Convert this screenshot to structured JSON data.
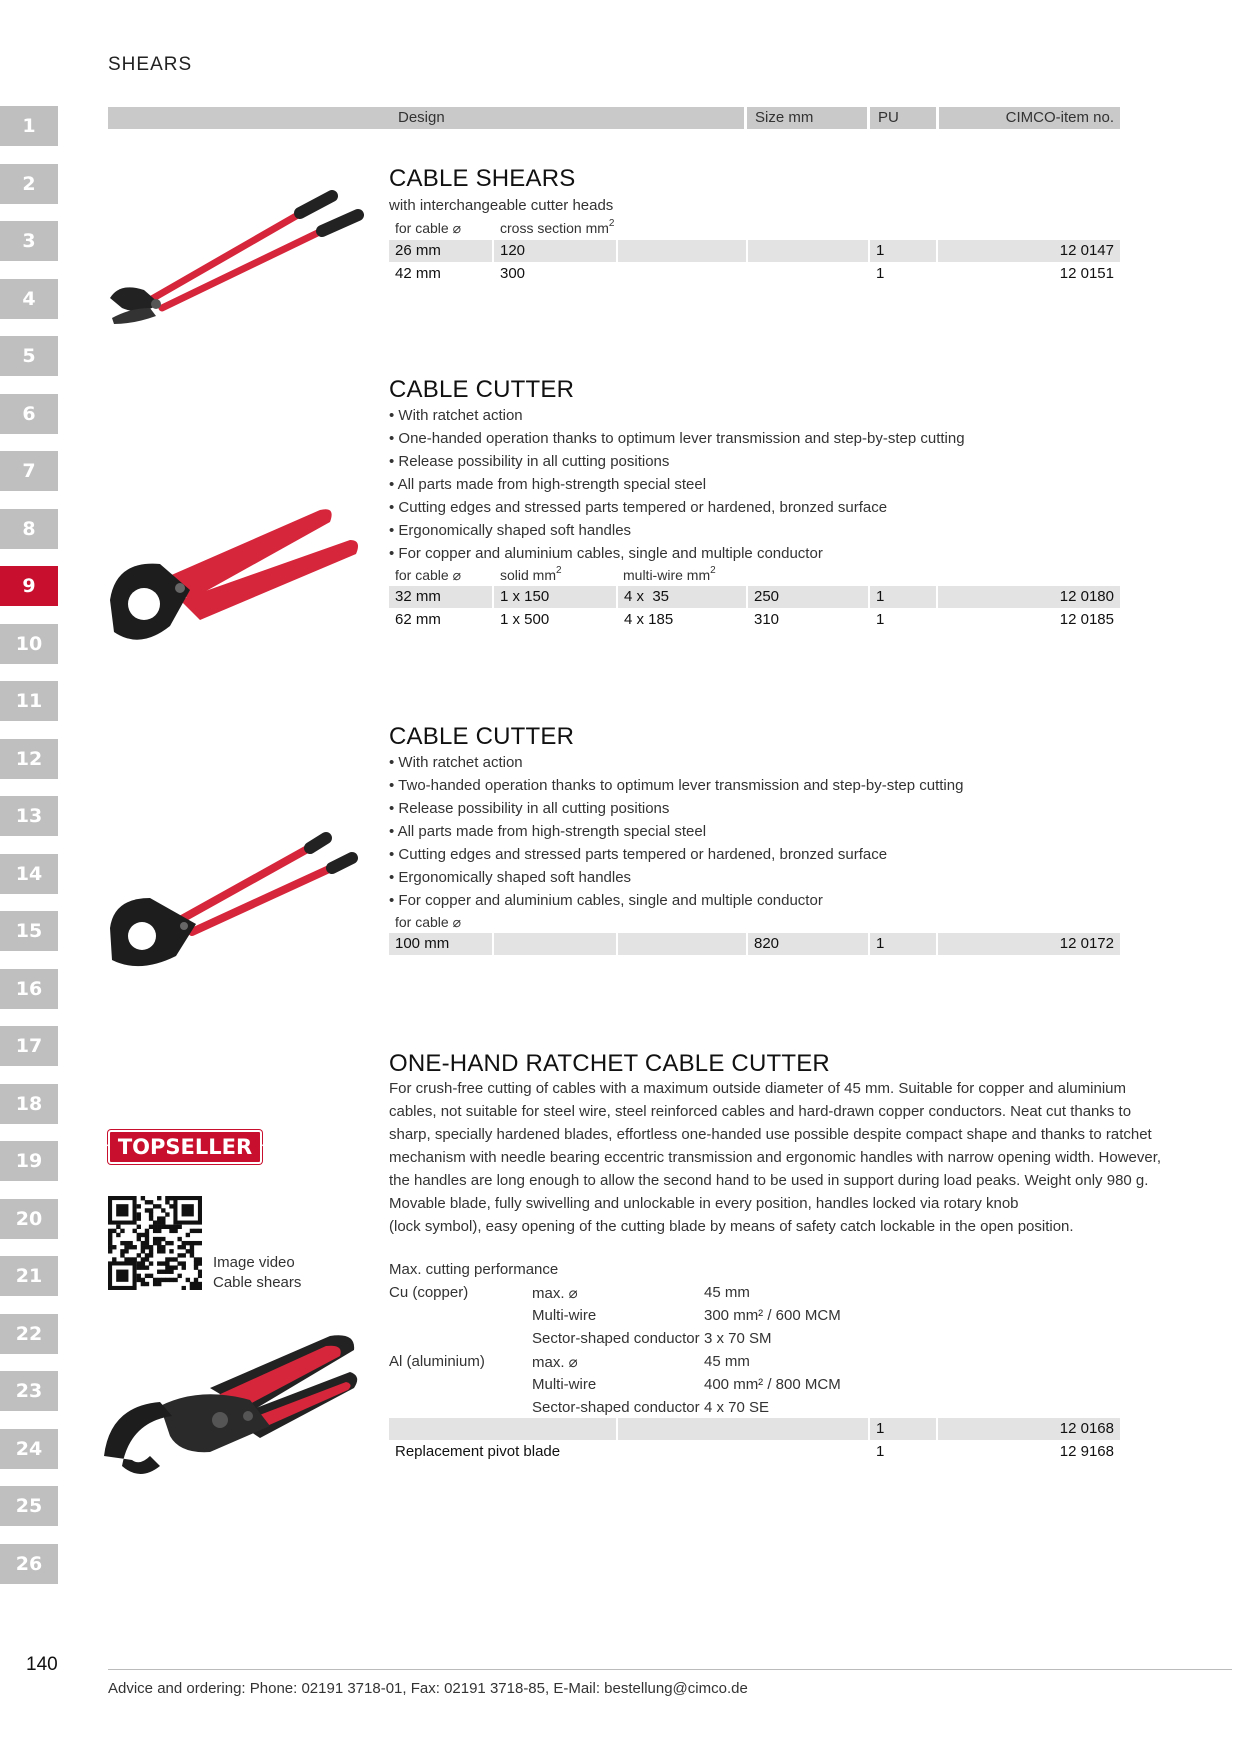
{
  "section": "SHEARS",
  "tabs": [
    "1",
    "2",
    "3",
    "4",
    "5",
    "6",
    "7",
    "8",
    "9",
    "10",
    "11",
    "12",
    "13",
    "14",
    "15",
    "16",
    "17",
    "18",
    "19",
    "20",
    "21",
    "22",
    "23",
    "24",
    "25",
    "26"
  ],
  "active_tab": "9",
  "colors": {
    "accent": "#c8102e",
    "tab_gray": "#bfbfbf",
    "header_gray": "#c9c9c9",
    "row_gray": "#e3e3e3"
  },
  "header": {
    "design": "Design",
    "size": "Size mm",
    "pu": "PU",
    "item": "CIMCO-item no."
  },
  "p1": {
    "title": "CABLE SHEARS",
    "subtitle": "with interchangeable cutter heads",
    "col1": "for cable ⌀",
    "col2": "cross section mm",
    "col2_sup": "2",
    "rows": [
      {
        "cable": "26 mm",
        "section": "120",
        "pu": "1",
        "item": "12 0147"
      },
      {
        "cable": "42 mm",
        "section": "300",
        "pu": "1",
        "item": "12 0151"
      }
    ]
  },
  "p2": {
    "title": "CABLE CUTTER",
    "bullets": [
      "• With ratchet action",
      "• One-handed operation thanks to optimum lever transmission and step-by-step cutting",
      "• Release possibility in all cutting positions",
      "• All parts made from high-strength special steel",
      "• Cutting edges and stressed parts tempered or hardened, bronzed surface",
      "• Ergonomically shaped soft handles",
      "• For copper and aluminium cables, single and multiple conductor"
    ],
    "col1": "for cable ⌀",
    "col2": "solid mm",
    "col2_sup": "2",
    "col3": "multi-wire mm",
    "col3_sup": "2",
    "rows": [
      {
        "cable": "32 mm",
        "solid": "1 x 150",
        "multi": "4 x  35",
        "size": "250",
        "pu": "1",
        "item": "12 0180"
      },
      {
        "cable": "62 mm",
        "solid": "1 x 500",
        "multi": "4 x 185",
        "size": "310",
        "pu": "1",
        "item": "12 0185"
      }
    ]
  },
  "p3": {
    "title": "CABLE CUTTER",
    "bullets": [
      "• With ratchet action",
      "• Two-handed operation thanks to optimum lever transmission and step-by-step cutting",
      "• Release possibility in all cutting positions",
      "• All parts made from high-strength special steel",
      "• Cutting edges and stressed parts tempered or hardened, bronzed surface",
      "• Ergonomically shaped soft handles",
      "• For copper and aluminium cables, single and multiple conductor"
    ],
    "col1": "for cable ⌀",
    "rows": [
      {
        "cable": "100 mm",
        "size": "820",
        "pu": "1",
        "item": "12 0172"
      }
    ]
  },
  "p4": {
    "title": "ONE-HAND RATCHET CABLE CUTTER",
    "para_lines": [
      "For crush-free cutting of cables with a maximum outside diameter of 45 mm. Suitable for copper and aluminium",
      "cables, not suitable for steel wire, steel reinforced cables and hard-drawn copper conductors. Neat cut thanks to",
      "sharp, specially hardened blades, effortless one-handed use possible despite compact shape and thanks to ratchet",
      "mechanism with needle bearing eccentric transmission and ergonomic handles with narrow opening width. However,",
      "the handles are long enough to allow the second hand to be used in support during load peaks. Weight only 980 g.",
      "Movable blade, fully swivelling and unlockable in every position, handles locked via rotary knob",
      "(lock symbol), easy opening of the cutting blade by means of safety catch lockable in the open position."
    ],
    "perf_title": "Max. cutting performance",
    "perf": [
      {
        "mat": "Cu (copper)",
        "label": "max. ⌀",
        "value": "45 mm"
      },
      {
        "mat": "",
        "label": "Multi-wire",
        "value": "300 mm² / 600 MCM"
      },
      {
        "mat": "",
        "label": "Sector-shaped conductor",
        "value": "3 x 70 SM"
      },
      {
        "mat": "Al (aluminium)",
        "label": "max. ⌀",
        "value": "45 mm"
      },
      {
        "mat": "",
        "label": "Multi-wire",
        "value": "400 mm² / 800 MCM"
      },
      {
        "mat": "",
        "label": "Sector-shaped conductor",
        "value": "4 x 70 SE"
      }
    ],
    "rows": [
      {
        "design": "",
        "pu": "1",
        "item": "12 0168"
      },
      {
        "design": "Replacement pivot blade",
        "pu": "1",
        "item": "12 9168"
      }
    ]
  },
  "topseller": "TOPSELLER",
  "qr_caption": [
    "Image video",
    "Cable shears"
  ],
  "page_number": "140",
  "footer": "Advice and ordering: Phone: 02191 3718-01, Fax: 02191 3718-85, E-Mail: bestellung@cimco.de"
}
